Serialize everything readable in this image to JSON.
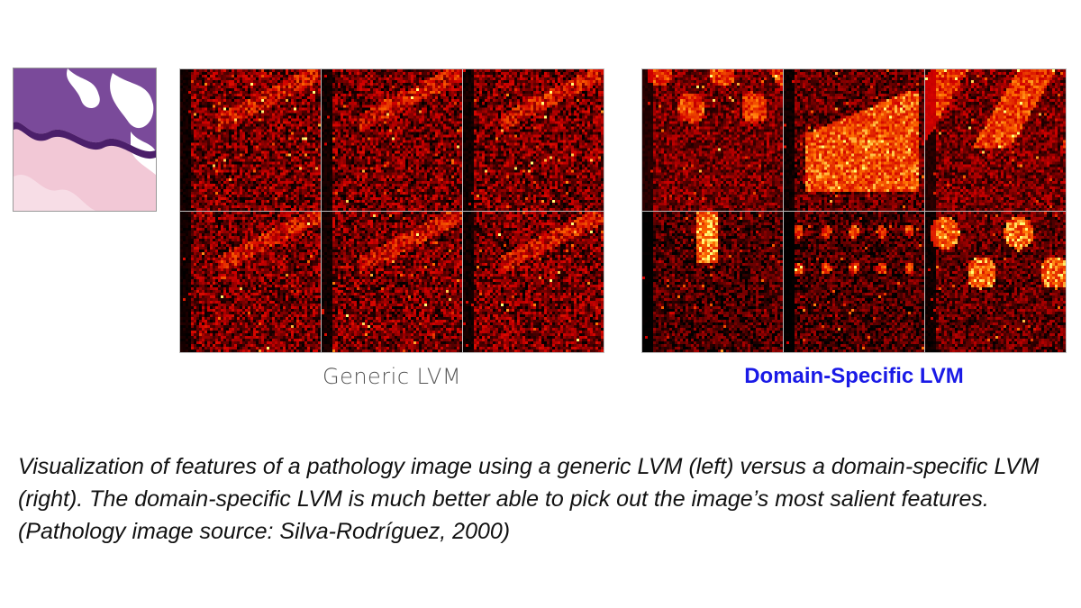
{
  "labels": {
    "generic": "Generic LVM",
    "domain_specific": "Domain-Specific LVM"
  },
  "caption": "Visualization of features of a pathology image using a generic LVM (left) versus a domain-specific LVM (right). The domain-specific LVM is much better able to pick out the image’s most salient features. (Pathology image source: Silva-Rodríguez, 2000)",
  "colors": {
    "domain_label": "#1a1ae6",
    "generic_label": "#555555",
    "heatmap_low": "#000000",
    "heatmap_mid": "#cc1100",
    "heatmap_high": "#ffff66",
    "tissue_stroma": "#f0c6d3",
    "tissue_nuclei": "#5a2a78"
  },
  "panels": {
    "generic_count": 6,
    "domain_specific_count": 6
  }
}
